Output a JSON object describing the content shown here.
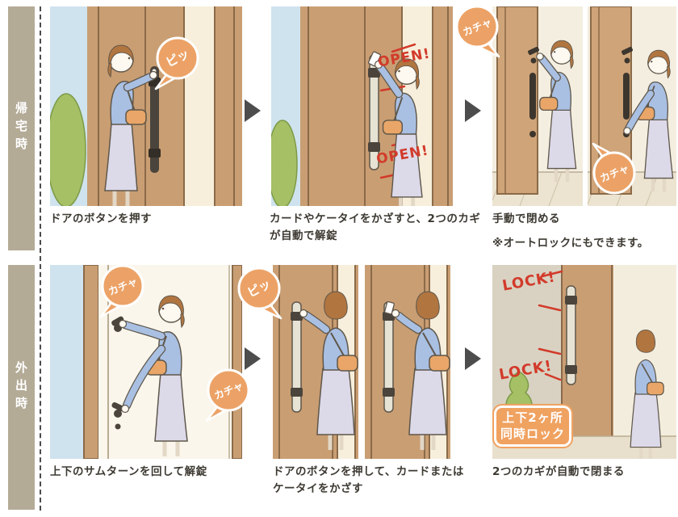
{
  "colors": {
    "label_bg": "#b4ab97",
    "divider": "#4a4a4a",
    "arrow": "#4d4d4d",
    "caption": "#3e3a33",
    "bubble": "#eca266",
    "shout_red": "#d23a2a",
    "badge": "#f0a261",
    "door_wood": "#c99e73",
    "door_seam": "#8a6a49",
    "door_stripe": "#f7efdc",
    "interior_wall": "#f4eee0",
    "floor": "#ece4d1",
    "wall": "#d9d2c2",
    "ground": "#e8e0cc",
    "sky": "#cfe3ee",
    "bush": "#a5c065",
    "bush_dark": "#7d9a48",
    "hair": "#b17540",
    "top_blue": "#a9c0e3",
    "skirt": "#dcd9e9",
    "bag": "#e9a668",
    "handle_dark": "#4a443c",
    "handle_light": "#e6e2d4",
    "outline": "#5f574b"
  },
  "rows": [
    {
      "id": "returning-home",
      "label": "帰宅時",
      "steps": [
        {
          "caption_lines": [
            "ドアのボタンを押す"
          ],
          "sounds": [
            "ピッ"
          ]
        },
        {
          "caption_lines": [
            "カードやケータイをかざすと、2つのカギ",
            "が自動で解錠"
          ],
          "shouts": [
            "OPEN!",
            "OPEN!"
          ]
        },
        {
          "caption_lines": [
            "手動で閉める"
          ],
          "note": "※オートロックにもできます。",
          "sounds": [
            "カチャ",
            "カチャ"
          ]
        }
      ]
    },
    {
      "id": "going-out",
      "label": "外出時",
      "steps": [
        {
          "caption_lines": [
            "上下のサムターンを回して解錠"
          ],
          "sounds": [
            "カチャ",
            "カチャ"
          ]
        },
        {
          "caption_lines": [
            "ドアのボタンを押して、カードまたは",
            "ケータイをかざす"
          ],
          "sounds": [
            "ピッ"
          ]
        },
        {
          "caption_lines": [
            "2つのカギが自動で閉まる"
          ],
          "shouts": [
            "LOCK!",
            "LOCK!"
          ],
          "badge_lines": [
            "上下2ヶ所",
            "同時ロック"
          ]
        }
      ]
    }
  ]
}
